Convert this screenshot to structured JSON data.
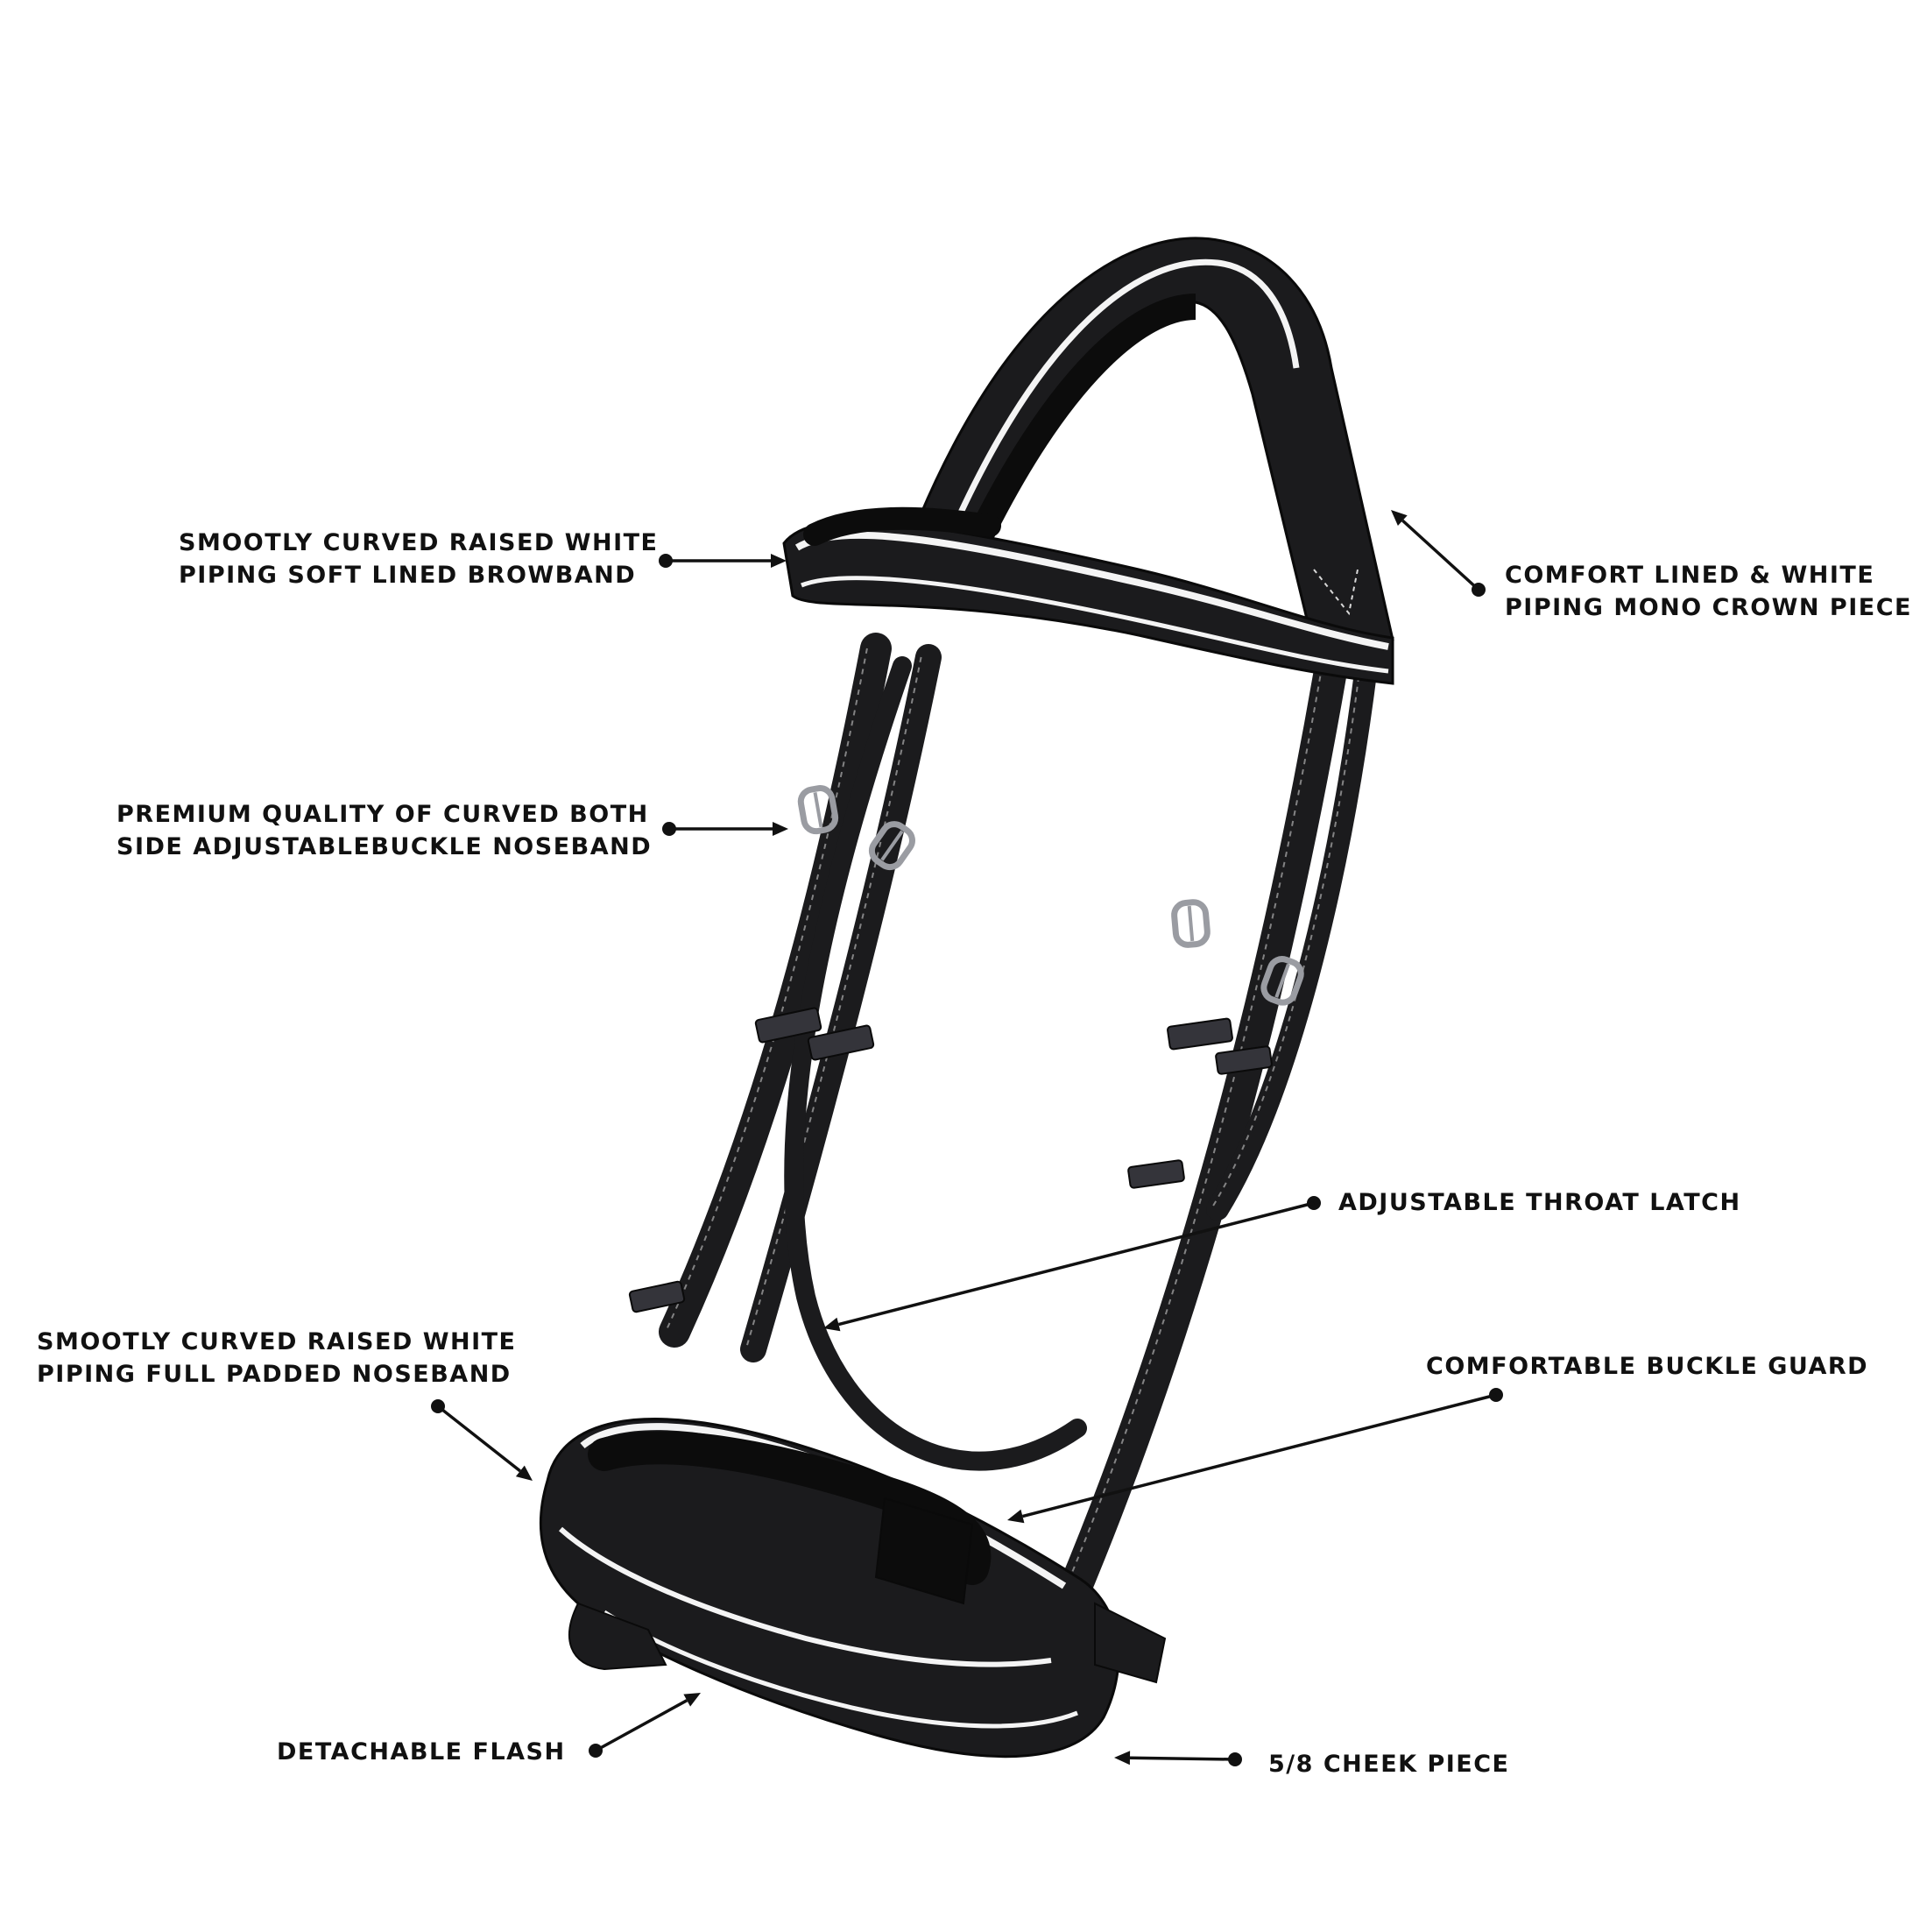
{
  "colors": {
    "background": "#ffffff",
    "leather": "#1b1b1d",
    "leather_highlight": "#34343a",
    "piping": "#f4f4f4",
    "lining": "#0c0c0c",
    "stitching": "#d8d8d8",
    "metal": "#9a9ca2",
    "callout": "#111111"
  },
  "callouts": [
    {
      "id": "browband",
      "lines": [
        "SMOOTLY CURVED RAISED WHITE",
        "PIPING SOFT LINED BROWBAND"
      ]
    },
    {
      "id": "crown",
      "lines": [
        "COMFORT LINED & WHITE",
        "PIPING MONO CROWN PIECE"
      ]
    },
    {
      "id": "buckle-noseband",
      "lines": [
        "PREMIUM QUALITY OF CURVED BOTH",
        "SIDE ADJUSTABLEBUCKLE NOSEBAND"
      ]
    },
    {
      "id": "throat-latch",
      "lines": [
        "ADJUSTABLE THROAT LATCH"
      ]
    },
    {
      "id": "padded-noseband",
      "lines": [
        "SMOOTLY CURVED RAISED WHITE",
        "PIPING FULL PADDED NOSEBAND"
      ]
    },
    {
      "id": "buckle-guard",
      "lines": [
        "COMFORTABLE BUCKLE GUARD"
      ]
    },
    {
      "id": "flash",
      "lines": [
        "DETACHABLE FLASH"
      ]
    },
    {
      "id": "cheek-piece",
      "lines": [
        "5/8 CHEEK PIECE"
      ]
    }
  ]
}
